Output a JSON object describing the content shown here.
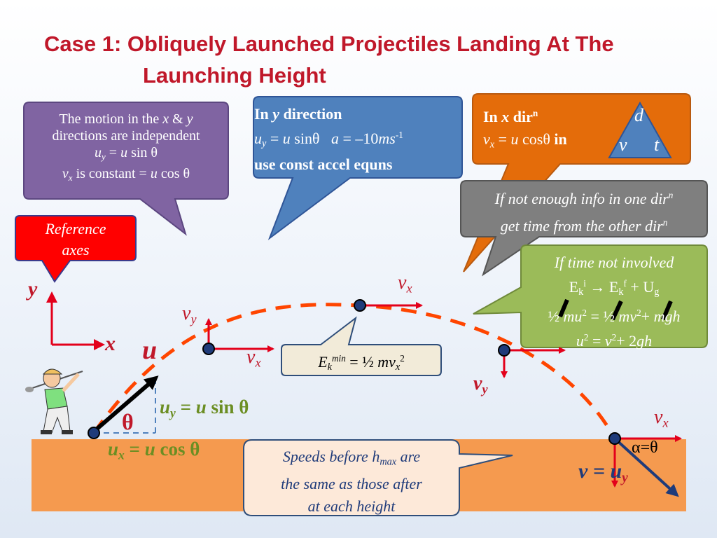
{
  "title": {
    "line1": "Case 1:  Obliquely Launched Projectiles Landing At The",
    "line2": "Launching Height"
  },
  "callouts": {
    "independent": {
      "line1_a": "The motion in the ",
      "line1_x": "x",
      "line1_b": " & ",
      "line1_y": "y",
      "line2": "directions are independent",
      "line3_u": "u",
      "line3_sub": "y",
      "line3_eq": " = ",
      "line3_u2": "u",
      "line3_rest": " sin θ",
      "line4_v": "v",
      "line4_sub": "x",
      "line4_mid": " is constant = ",
      "line4_u": "u",
      "line4_rest": " cos θ"
    },
    "y_direction": {
      "line1_a": "In ",
      "line1_y": "y",
      "line1_b": " direction",
      "line2_u": "u",
      "line2_sub": "y",
      "line2_eq": " = ",
      "line2_u2": "u",
      "line2_sin": " sinθ",
      "line2_a": "a",
      "line2_rest": " = –10",
      "line2_ms": "ms",
      "line2_exp": "-1",
      "line3": "use const accel equns"
    },
    "x_direction": {
      "line1_a": "In ",
      "line1_x": "x",
      "line1_b": " dir",
      "line1_sup": "n",
      "line2_v": "v",
      "line2_sub": "x",
      "line2_eq": " = ",
      "line2_u": "u",
      "line2_cos": " cosθ",
      "line2_in": "  in",
      "triangle_d": "d",
      "triangle_v": "v",
      "triangle_t": "t"
    },
    "not_enough": {
      "line1": "If not enough info in one dir",
      "line1_sup": "n",
      "line2": "get time from the other dir",
      "line2_sup": "n"
    },
    "time_not_involved": {
      "line1": "If time not involved",
      "line2_a": "E",
      "line2_k": "k",
      "line2_i": "i",
      "line2_arrow": " → E",
      "line2_k2": "k",
      "line2_f": "f",
      "line2_rest": " + U",
      "line2_g": "g",
      "line3_a": "½ ",
      "line3_m": "m",
      "line3_u": "u",
      "line3_sq": "2",
      "line3_eq": " = ½ ",
      "line3_m2": "m",
      "line3_v": "v",
      "line3_sq2": "2",
      "line3_plus": "+ ",
      "line3_mgh": "mgh",
      "line4_u": "u",
      "line4_sq": "2",
      "line4_eq": " = ",
      "line4_v": "v",
      "line4_sq2": "2",
      "line4_rest": "+ 2",
      "line4_gh": "gh"
    },
    "reference_axes": {
      "line1": "Reference",
      "line2": "axes"
    },
    "ek_min": {
      "E": "E",
      "k": "k",
      "min": "min",
      "eq": " = ½ ",
      "mv": "mv",
      "x": "x",
      "sq": "2"
    },
    "speeds": {
      "line1_a": "Speeds before ",
      "line1_h": "h",
      "line1_max": "max",
      "line1_b": " are",
      "line2": "the same as those after",
      "line3": "at each height"
    }
  },
  "labels": {
    "axis_y": "y",
    "axis_x": "x",
    "u_big": "u",
    "theta": "θ",
    "uy_u": "u",
    "uy_sub": "y",
    "uy_rest": " = ",
    "uy_u2": "u",
    "uy_sin": " sin θ",
    "ux_u": "u",
    "ux_sub": "x",
    "ux_rest": " = ",
    "ux_u2": "u",
    "ux_cos": " cos θ",
    "vy1_v": "v",
    "vy1_sub": "y",
    "vx1_v": "v",
    "vx1_sub": "x",
    "vx_top_v": "v",
    "vx_top_sub": "x",
    "vy2_v": "v",
    "vy2_sub": "y",
    "vx3_v": "v",
    "vx3_sub": "x",
    "alpha": "α=θ",
    "v_eq_v": "v",
    "v_eq_eq": " = ",
    "v_eq_u": "u",
    "vy3_sub": "y"
  },
  "colors": {
    "title": "#c0182a",
    "purple": "#8064a2",
    "blue": "#4f81bd",
    "orange": "#e46c0a",
    "grey": "#7f7f7f",
    "green": "#9bbb59",
    "red": "#ff0000",
    "ground": "#f59a4f",
    "path": "#ff4500",
    "arrow_red": "#e3001b",
    "navy": "#1f3b7a"
  }
}
